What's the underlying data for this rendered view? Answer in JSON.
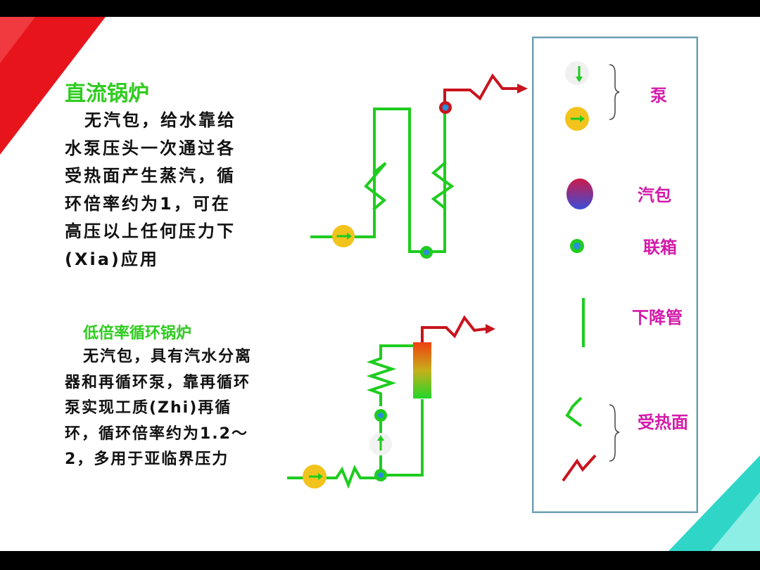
{
  "section1": {
    "title": "直流锅炉",
    "text": "无汽包，给水靠给水泵压头一次通过各受热面产生蒸汽，循环倍率约为1，可在高压以上任何压力下(Xia)应用"
  },
  "section2": {
    "title": "低倍率循环锅炉",
    "text": "无汽包，具有汽水分离器和再循环泵，靠再循环泵实现工质(Zhi)再循环，循环倍率约为1.2～2，多用于亚临界压力"
  },
  "legend": {
    "pump": "泵",
    "drum": "汽包",
    "header": "联箱",
    "downcomer": "下降管",
    "heating_surface": "受热面"
  },
  "colors": {
    "pipe_green": "#1fcc1f",
    "heater_red": "#c8141e",
    "pump_yellow": "#f2c31c",
    "label_magenta": "#d41aa9",
    "header_blue": "#2a8fd8"
  }
}
